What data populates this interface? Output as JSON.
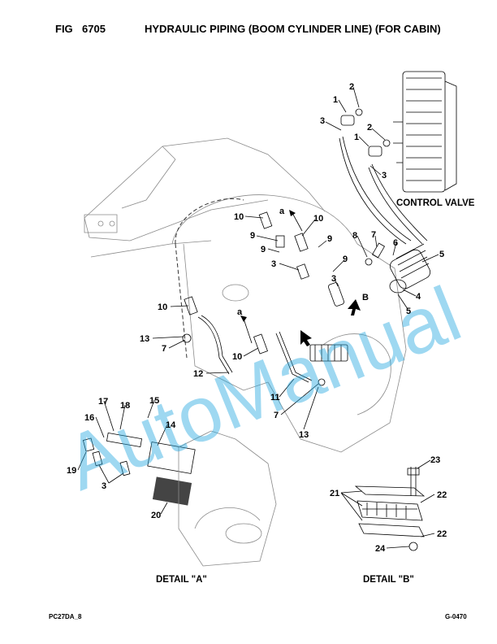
{
  "header": {
    "fig_label": "FIG",
    "fig_number": "6705",
    "title": "HYDRAULIC PIPING (BOOM CYLINDER LINE) (FOR CABIN)"
  },
  "callouts": {
    "control_valve": "CONTROL VALVE",
    "detail_a": "DETAIL \"A\"",
    "detail_b": "DETAIL \"B\"",
    "marker_a": "a",
    "marker_b": "B"
  },
  "part_numbers": [
    "1",
    "2",
    "3",
    "4",
    "5",
    "6",
    "7",
    "8",
    "9",
    "10",
    "11",
    "12",
    "13",
    "14",
    "15",
    "16",
    "17",
    "18",
    "19",
    "20",
    "21",
    "22",
    "23",
    "24"
  ],
  "watermark": "AutoManual",
  "footer": {
    "model": "PC27DA_8",
    "page_code": "G-0470"
  }
}
